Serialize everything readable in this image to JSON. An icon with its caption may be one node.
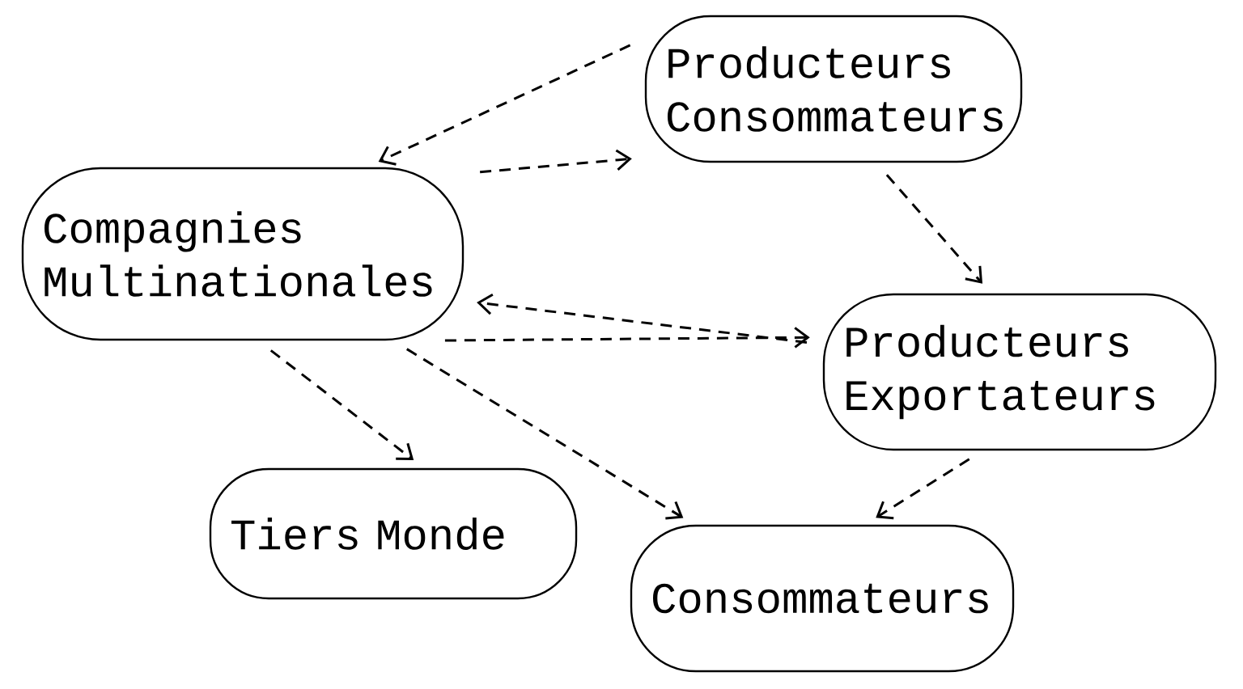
{
  "diagram": {
    "nodes": [
      {
        "text": [
          "Compagnies Multinationales"
        ]
      },
      {
        "text": [
          "Producteurs Consommateurs"
        ]
      },
      {
        "text": [
          "Producteurs Exportateurs"
        ]
      },
      {
        "text": [
          "Tiers Monde"
        ]
      },
      {
        "text": [
          "Consommateurs"
        ]
      }
    ],
    "edges": [
      {
        "from": 1,
        "to": 0,
        "arrow": "to",
        "style": "dashed"
      },
      {
        "from": 0,
        "to": 1,
        "arrow": "to",
        "style": "dashed"
      },
      {
        "from": 1,
        "to": 2,
        "arrow": "to",
        "style": "dashed"
      },
      {
        "from": 2,
        "to": 0,
        "arrow": "to",
        "style": "dashed"
      },
      {
        "from": 0,
        "to": 2,
        "arrow": "to",
        "style": "dashed"
      },
      {
        "from": 0,
        "to": 3,
        "arrow": "to",
        "style": "dashed"
      },
      {
        "from": 0,
        "to": 4,
        "arrow": "to",
        "style": "dashed"
      },
      {
        "from": 2,
        "to": 4,
        "arrow": "to",
        "style": "dashed"
      }
    ]
  }
}
